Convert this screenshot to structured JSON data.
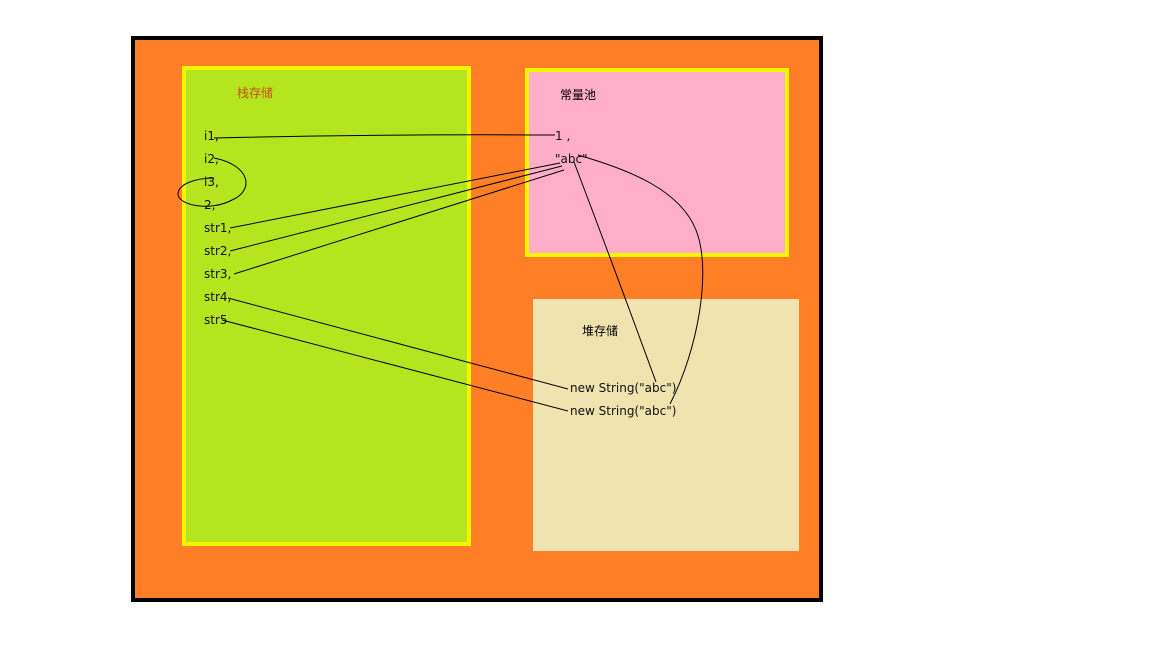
{
  "stack": {
    "title": "栈存储",
    "vars": [
      "i1,",
      "i2,",
      "i3,",
      "2,",
      "str1,",
      "str2,",
      "str3,",
      "str4,",
      "str5"
    ]
  },
  "pool": {
    "title": "常量池",
    "entries": [
      "1 ,",
      "\"abc\""
    ]
  },
  "heap": {
    "title": "堆存储",
    "objects": [
      "new String(\"abc\")",
      "new String(\"abc\")"
    ]
  },
  "colors": {
    "background": "#fe7f26",
    "stack": "#b5e51e",
    "pool": "#feaec9",
    "heap": "#efe4b0",
    "border": "#f5f500"
  }
}
